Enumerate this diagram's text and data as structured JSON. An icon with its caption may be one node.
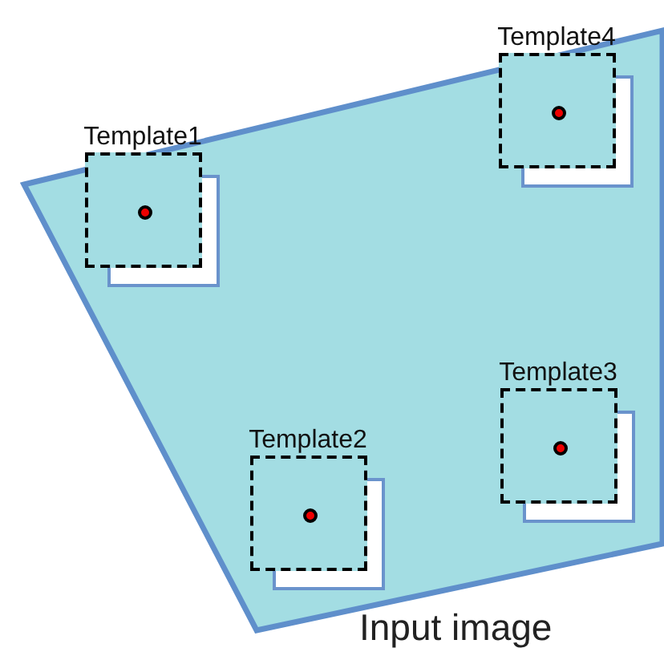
{
  "diagram": {
    "nodes": [
      {
        "text": [
          "Input image"
        ]
      },
      {
        "text": [
          "Template1"
        ],
        "in": 0
      },
      {
        "text": [
          "Template4"
        ],
        "in": 0
      },
      {
        "text": [
          "Template2"
        ],
        "in": 0
      },
      {
        "text": [
          "Template3"
        ],
        "in": 0
      }
    ]
  }
}
